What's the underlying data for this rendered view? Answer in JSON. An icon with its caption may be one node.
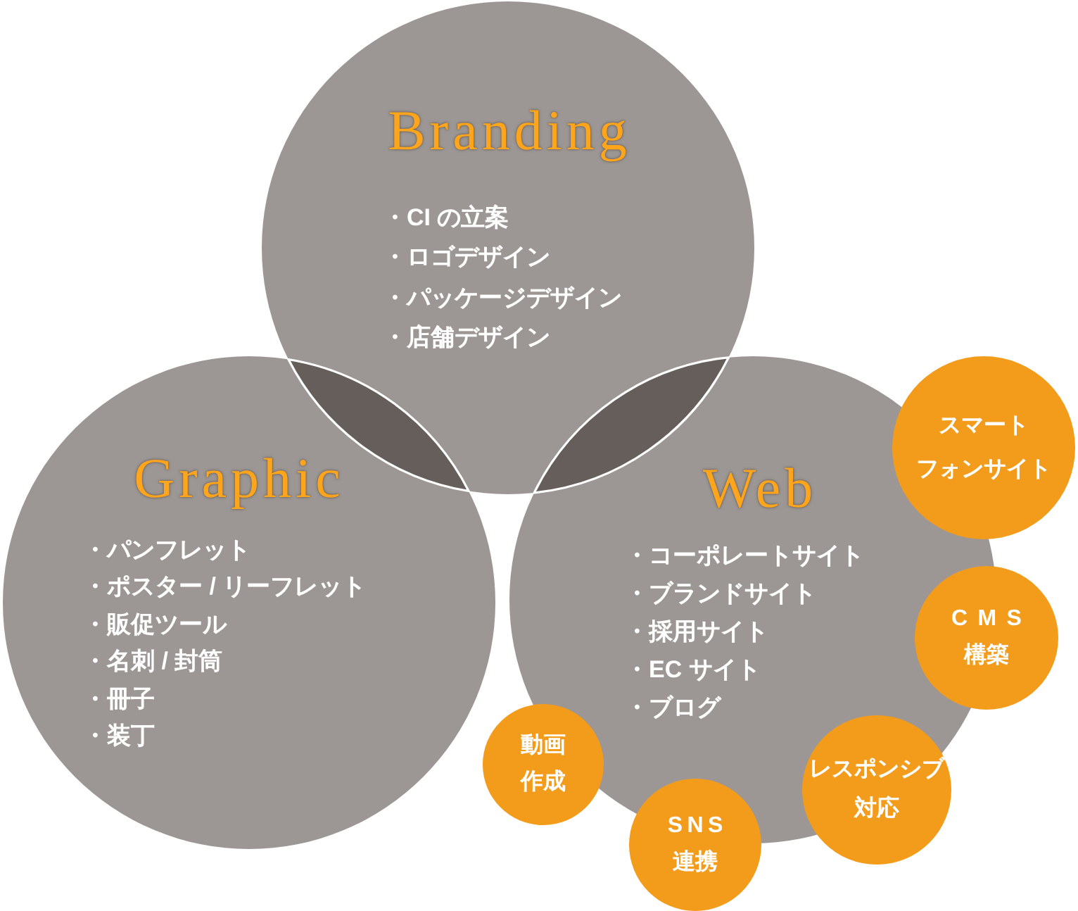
{
  "diagram": {
    "nodes": [
      {
        "text": [
          "Branding",
          "・CI の立案",
          "・ロゴデザイン",
          "・パッケージデザイン",
          "・店舗デザイン"
        ]
      },
      {
        "text": [
          "Graphic",
          "・パンフレット",
          "・ポスター / リーフレット",
          "・販促ツール",
          "・名刺 / 封筒",
          "・冊子",
          "・装丁"
        ]
      },
      {
        "text": [
          "Web",
          "・コーポレートサイト",
          "・ブランドサイト",
          "・採用サイト",
          "・EC サイト",
          "・ブログ"
        ]
      },
      {
        "text": [],
        "shape": "lens"
      },
      {
        "text": [],
        "shape": "lens"
      },
      {
        "text": [
          "スマートフォンサイト"
        ]
      },
      {
        "text": [
          "CMS構築"
        ]
      },
      {
        "text": [
          "動画作成"
        ]
      },
      {
        "text": [
          "レスポンシブ対応"
        ]
      },
      {
        "text": [
          "SNS連携"
        ]
      }
    ]
  }
}
